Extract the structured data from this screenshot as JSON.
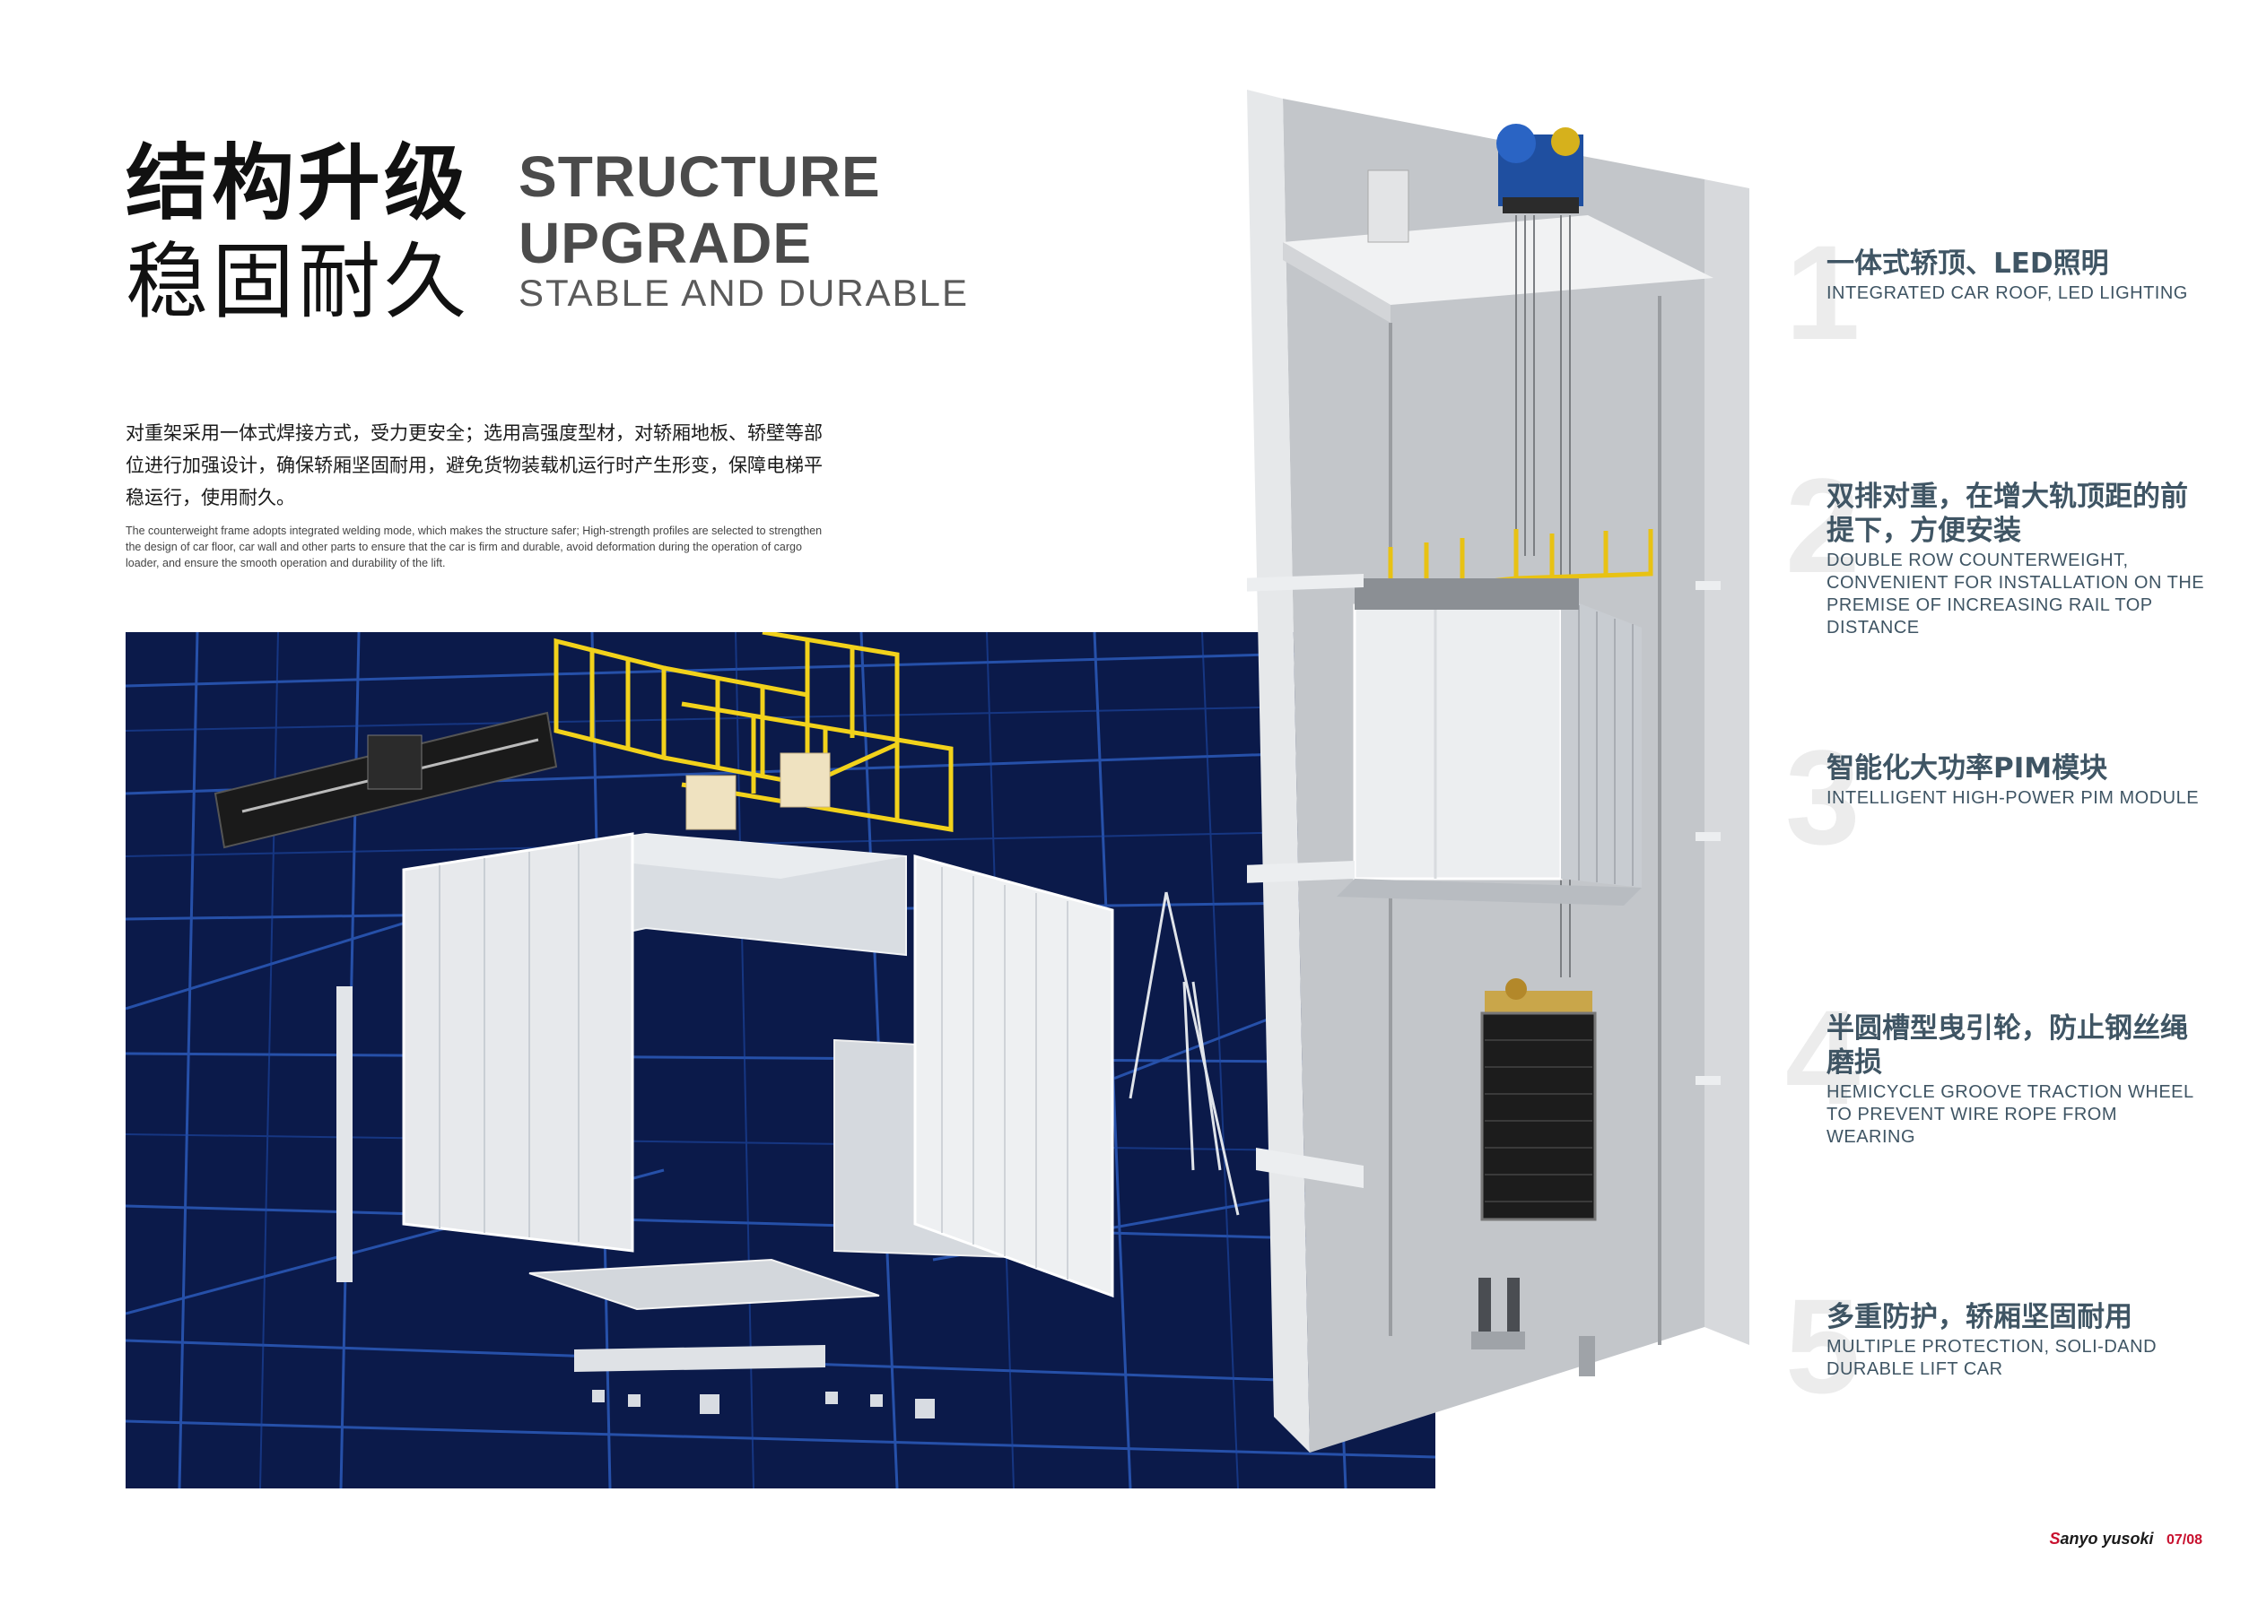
{
  "title": {
    "zh_line1": "结构升级",
    "zh_line2": "稳固耐久",
    "en_line1": "STRUCTURE",
    "en_line2": "UPGRADE",
    "en_sub": "STABLE AND DURABLE"
  },
  "body": {
    "zh": "对重架采用一体式焊接方式，受力更安全；选用高强度型材，对轿厢地板、轿壁等部位进行加强设计，确保轿厢坚固耐用，避免货物装载机运行时产生形变，保障电梯平稳运行，使用耐久。",
    "en": "The counterweight frame adopts integrated welding mode, which makes the structure safer; High-strength profiles are selected to strengthen the design of car floor, car wall and other parts to ensure that the car is firm and durable, avoid deformation during the operation of cargo loader, and ensure the smooth operation and durability of the lift."
  },
  "features": [
    {
      "num": "1",
      "zh": "一体式轿顶、LED照明",
      "en": "INTEGRATED CAR ROOF, LED LIGHTING"
    },
    {
      "num": "2",
      "zh": "双排对重，在增大轨顶距的前提下，方便安装",
      "en": "DOUBLE ROW COUNTERWEIGHT, CONVENIENT FOR INSTALLATION ON THE PREMISE OF INCREASING RAIL TOP DISTANCE"
    },
    {
      "num": "3",
      "zh": "智能化大功率PIM模块",
      "en": "INTELLIGENT HIGH-POWER PIM MODULE"
    },
    {
      "num": "4",
      "zh": "半圆槽型曳引轮，防止钢丝绳磨损",
      "en": "HEMICYCLE GROOVE TRACTION WHEEL TO PREVENT WIRE ROPE FROM WEARING"
    },
    {
      "num": "5",
      "zh": "多重防护，轿厢坚固耐用",
      "en": "MULTIPLE PROTECTION, SOLI-DAND DURABLE LIFT CAR"
    }
  ],
  "footer": {
    "brand_s": "S",
    "brand_rest": "anyo yusoki",
    "page": "07/08"
  },
  "colors": {
    "blueprint_bg": "#0b1a4a",
    "blueprint_line": "#2f63c9",
    "rail_yellow": "#f2d21b",
    "feature_text": "#3f5564",
    "brand_red": "#c8102e"
  }
}
